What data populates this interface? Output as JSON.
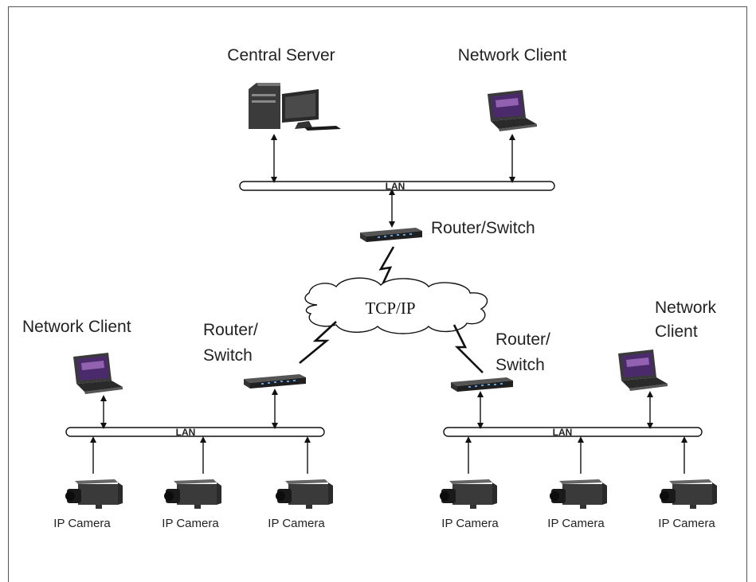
{
  "labels": {
    "central_server": "Central Server",
    "network_client_top": "Network Client",
    "router_switch_top": "Router/Switch",
    "cloud": "TCP/IP",
    "network_client_left": "Network Client",
    "router_left_line1": "Router/",
    "router_left_line2": "Switch",
    "router_right_line1": "Router/",
    "router_right_line2": "Switch",
    "network_client_right_line1": "Network",
    "network_client_right_line2": "Client",
    "lan_top": "LAN",
    "lan_left": "LAN",
    "lan_right": "LAN",
    "camera": "IP Camera"
  },
  "colors": {
    "lan_text": "#3a7ab8",
    "line": "#111111",
    "device_dark": "#2a2a2a",
    "screen_purple": "#5a2a7a"
  },
  "icons": {
    "server": "desktop-server-icon",
    "laptop": "laptop-icon",
    "switch": "switch-icon",
    "camera": "ip-camera-icon",
    "cloud": "cloud-icon",
    "wireless": "lightning-link-icon"
  }
}
